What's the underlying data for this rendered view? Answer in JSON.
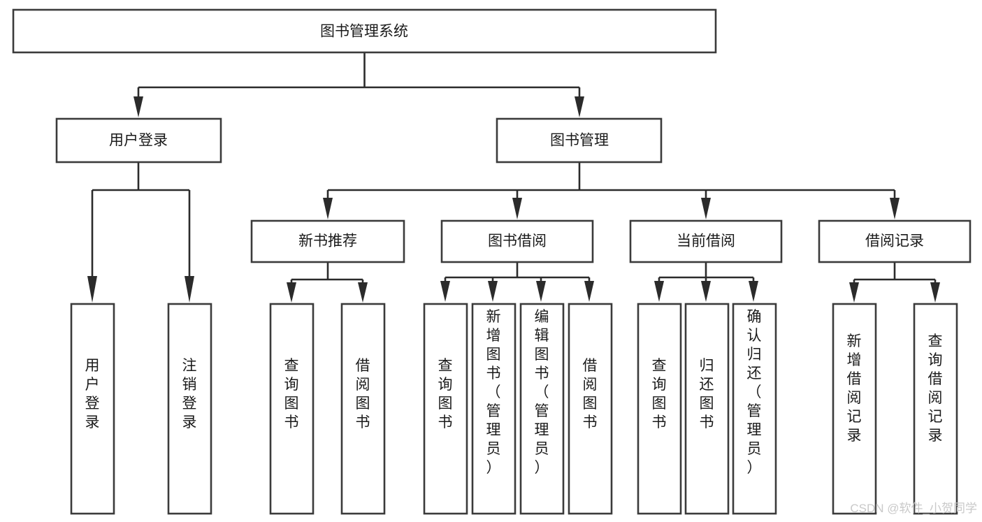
{
  "diagram": {
    "title": "图书管理系统",
    "type": "hierarchy-tree",
    "orientation": "top-down",
    "levels": 4,
    "colors": {
      "box_fill": "#ffffff",
      "box_stroke": "#3b3b3b",
      "connector": "#2b2b2b",
      "text": "#1a1a1a",
      "background": "#ffffff",
      "watermark": "#c9c9c9"
    },
    "root": {
      "id": "root",
      "label": "图书管理系统",
      "orientation": "horizontal"
    },
    "level2": [
      {
        "id": "user-login",
        "label": "用户登录",
        "orientation": "horizontal"
      },
      {
        "id": "book-management",
        "label": "图书管理",
        "orientation": "horizontal"
      }
    ],
    "level3": [
      {
        "id": "new-book-recommend",
        "label": "新书推荐",
        "orientation": "horizontal",
        "parent": "book-management"
      },
      {
        "id": "book-borrow",
        "label": "图书借阅",
        "orientation": "horizontal",
        "parent": "book-management"
      },
      {
        "id": "current-borrow",
        "label": "当前借阅",
        "orientation": "horizontal",
        "parent": "book-management"
      },
      {
        "id": "borrow-record",
        "label": "借阅记录",
        "orientation": "horizontal",
        "parent": "book-management"
      }
    ],
    "leaves": [
      {
        "id": "leaf-user-login",
        "label": "用户登录",
        "parent": "user-login",
        "orientation": "vertical"
      },
      {
        "id": "leaf-logout-login",
        "label": "注销登录",
        "parent": "user-login",
        "orientation": "vertical"
      },
      {
        "id": "leaf-query-book-1",
        "label": "查询图书",
        "parent": "new-book-recommend",
        "orientation": "vertical"
      },
      {
        "id": "leaf-borrow-book-1",
        "label": "借阅图书",
        "parent": "new-book-recommend",
        "orientation": "vertical"
      },
      {
        "id": "leaf-query-book-2",
        "label": "查询图书",
        "parent": "book-borrow",
        "orientation": "vertical"
      },
      {
        "id": "leaf-add-book",
        "label": "新增图书（管理员）",
        "parent": "book-borrow",
        "orientation": "vertical"
      },
      {
        "id": "leaf-edit-book",
        "label": "编辑图书（管理员）",
        "parent": "book-borrow",
        "orientation": "vertical"
      },
      {
        "id": "leaf-borrow-book-2",
        "label": "借阅图书",
        "parent": "book-borrow",
        "orientation": "vertical"
      },
      {
        "id": "leaf-query-book-3",
        "label": "查询图书",
        "parent": "current-borrow",
        "orientation": "vertical"
      },
      {
        "id": "leaf-return-book",
        "label": "归还图书",
        "parent": "current-borrow",
        "orientation": "vertical"
      },
      {
        "id": "leaf-confirm-return",
        "label": "确认归还（管理员）",
        "parent": "current-borrow",
        "orientation": "vertical"
      },
      {
        "id": "leaf-add-record",
        "label": "新增借阅记录",
        "parent": "borrow-record",
        "orientation": "vertical"
      },
      {
        "id": "leaf-query-record",
        "label": "查询借阅记录",
        "parent": "borrow-record",
        "orientation": "vertical"
      }
    ],
    "watermark": "CSDN @软件_小贺同学"
  }
}
